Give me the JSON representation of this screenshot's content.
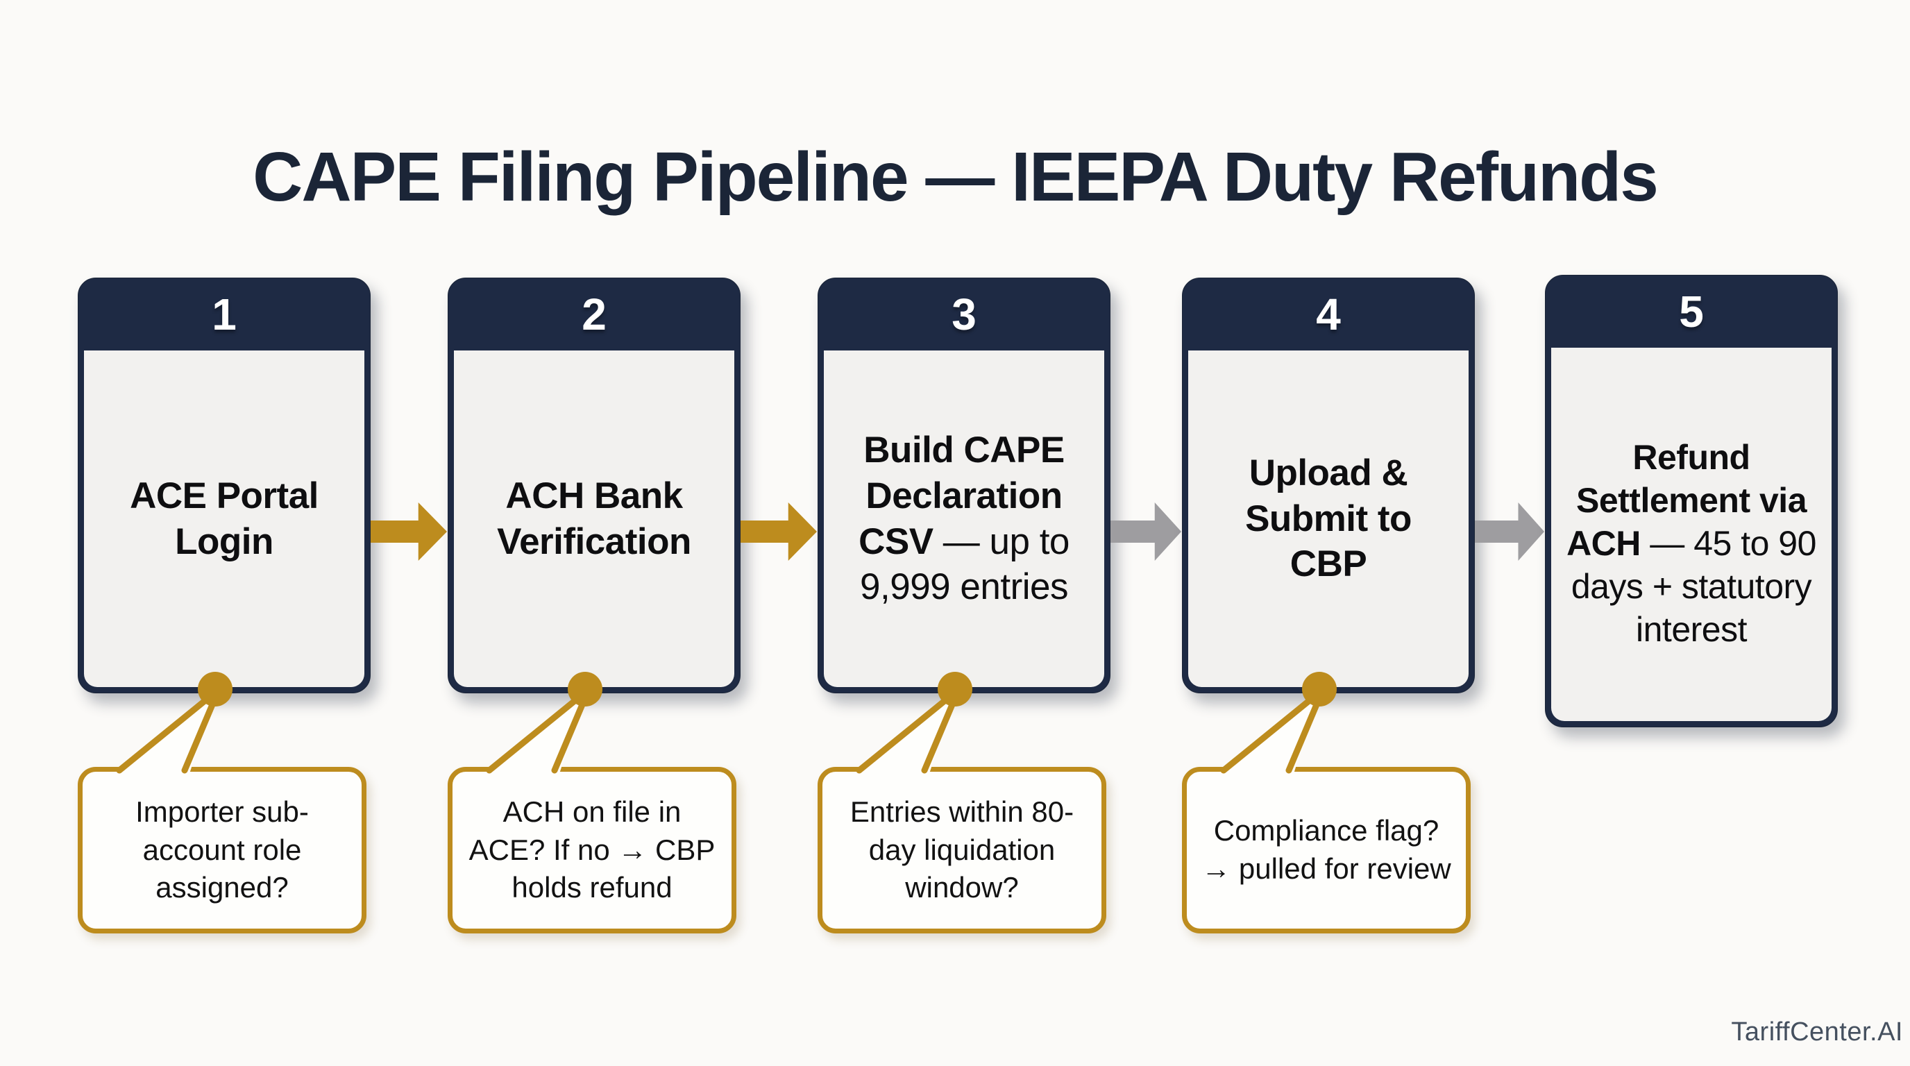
{
  "title": "CAPE Filing Pipeline — IEEPA Duty Refunds",
  "footer": "TariffCenter.AI",
  "colors": {
    "navy": "#1e2a44",
    "navy_border": "#1a2437",
    "gold": "#bd8c1e",
    "gray_arrow": "#9e9da0",
    "page_bg": "#fbfaf8",
    "card_bg": "#f2f1ef",
    "callout_bg": "#fefefc",
    "title": "#1b2537",
    "footer": "#45505f"
  },
  "steps": [
    {
      "number": "1",
      "title_bold": "ACE Portal Login",
      "title_rest": "",
      "arrow_after": "gold",
      "callout": "Importer sub-account role assigned?"
    },
    {
      "number": "2",
      "title_bold": "ACH Bank Verification",
      "title_rest": "",
      "arrow_after": "gold",
      "callout": "ACH on file in ACE? If no → CBP holds refund"
    },
    {
      "number": "3",
      "title_bold": "Build CAPE Declaration CSV",
      "title_rest": " — up to 9,999 entries",
      "arrow_after": "gray",
      "callout": "Entries within 80-day liquidation window?"
    },
    {
      "number": "4",
      "title_bold": "Upload & Submit to CBP",
      "title_rest": "",
      "arrow_after": "gray",
      "callout": "Compliance flag? → pulled for review"
    },
    {
      "number": "5",
      "title_bold": "Refund Settlement via ACH",
      "title_rest": " — 45 to 90 days + statutory interest",
      "arrow_after": null,
      "callout": null
    }
  ]
}
